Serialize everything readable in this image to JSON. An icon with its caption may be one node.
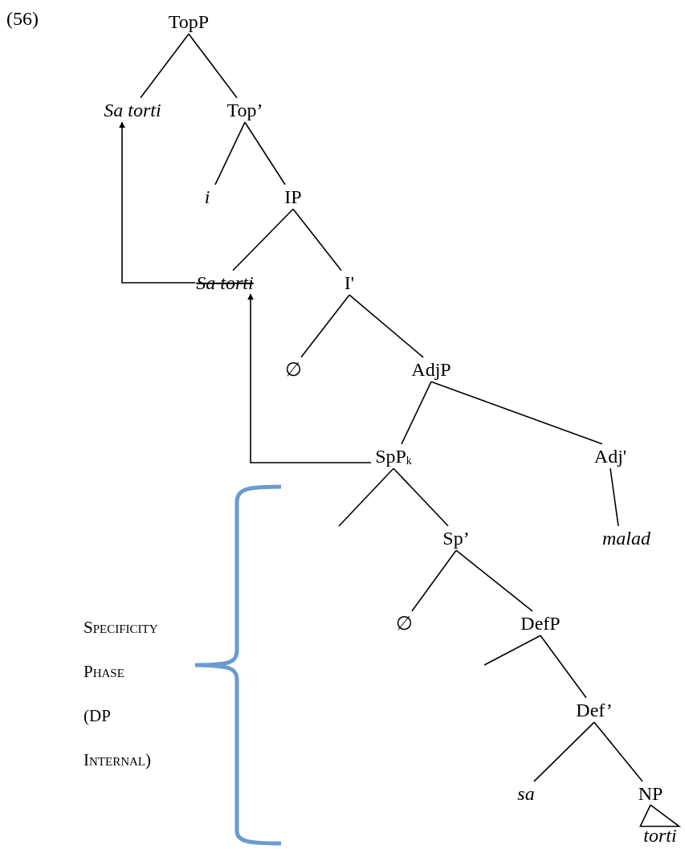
{
  "diagram": {
    "nodes": [
      {
        "text": [
          "TopP"
        ]
      },
      {
        "text": [
          "Sa torti"
        ]
      },
      {
        "text": [
          "Top’"
        ]
      },
      {
        "text": [
          "i"
        ]
      },
      {
        "text": [
          "IP"
        ]
      },
      {
        "text": [
          "Sa torti"
        ]
      },
      {
        "text": [
          "I'"
        ]
      },
      {
        "text": [
          "∅"
        ]
      },
      {
        "text": [
          "AdjP"
        ]
      },
      {
        "text": [
          "SpP$_{k}$"
        ]
      },
      {
        "text": [
          "Adj'"
        ]
      },
      {
        "text": [
          "Sp’"
        ]
      },
      {
        "text": [
          "malad"
        ]
      },
      {
        "text": [
          "∅"
        ]
      },
      {
        "text": [
          "DefP"
        ]
      },
      {
        "text": [
          "Def’"
        ]
      },
      {
        "text": [
          "sa"
        ]
      },
      {
        "text": [
          "NP"
        ]
      },
      {
        "text": [
          "torti"
        ]
      }
    ],
    "edges": [
      {
        "from": 0,
        "to": 1,
        "arrow": "none"
      },
      {
        "from": 0,
        "to": 2,
        "arrow": "none"
      },
      {
        "from": 2,
        "to": 3,
        "arrow": "none"
      },
      {
        "from": 2,
        "to": 4,
        "arrow": "none"
      },
      {
        "from": 4,
        "to": 5,
        "arrow": "none"
      },
      {
        "from": 4,
        "to": 6,
        "arrow": "none"
      },
      {
        "from": 6,
        "to": 7,
        "arrow": "none"
      },
      {
        "from": 6,
        "to": 8,
        "arrow": "none"
      },
      {
        "from": 8,
        "to": 9,
        "arrow": "none"
      },
      {
        "from": 8,
        "to": 10,
        "arrow": "none"
      },
      {
        "from": 9,
        "to": null,
        "arrow": "none"
      },
      {
        "from": 9,
        "to": 11,
        "arrow": "none"
      },
      {
        "from": 10,
        "to": 12,
        "arrow": "none"
      },
      {
        "from": 11,
        "to": 13,
        "arrow": "none"
      },
      {
        "from": 11,
        "to": 14,
        "arrow": "none"
      },
      {
        "from": 14,
        "to": null,
        "arrow": "none"
      },
      {
        "from": 14,
        "to": 15,
        "arrow": "none"
      },
      {
        "from": 15,
        "to": 16,
        "arrow": "none"
      },
      {
        "from": 15,
        "to": 17,
        "arrow": "none"
      },
      {
        "from": 17,
        "to": 18,
        "arrow": "none"
      },
      {
        "from": 5,
        "to": 1,
        "arrow": "to"
      },
      {
        "from": 9,
        "to": 5,
        "arrow": "to"
      }
    ],
    "labels": [
      "(56)",
      "Specificity Phase (DP Internal)"
    ]
  }
}
